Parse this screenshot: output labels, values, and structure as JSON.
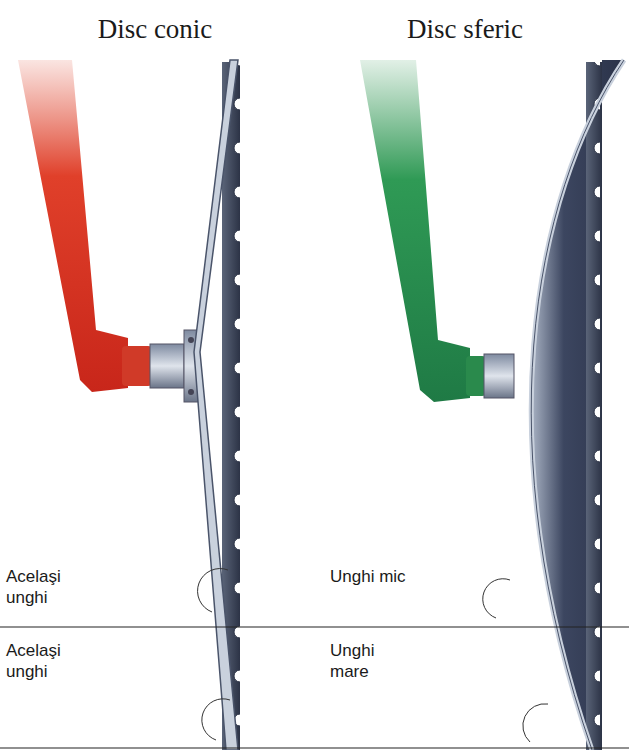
{
  "diagram": {
    "labels": [
      "Disc conic",
      "Disc sferic",
      "Acelaşi unghi",
      "Unghi mic",
      "Acelaşi unghi",
      "Unghi mare"
    ]
  }
}
